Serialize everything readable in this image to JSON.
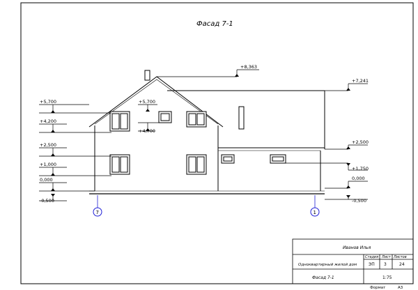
{
  "drawing": {
    "title": "Фасад 7-1",
    "axis_left": "7",
    "axis_right": "1",
    "accent_color": "#1f1fd6"
  },
  "levels_left": [
    "+5,700",
    "+4,200",
    "+2,500",
    "+1,000",
    "0,000",
    "-0,500"
  ],
  "levels_center": [
    "+8,363",
    "+5,700",
    "+4,700"
  ],
  "levels_right": [
    "+7,241",
    "+2,500",
    "+1,750",
    "0,000",
    "-0,500"
  ],
  "stamp": {
    "author": "Иванов Илья",
    "col_stage": "Стадия",
    "col_sheet": "Лист",
    "col_sheets": "Листов",
    "project": "Одноквартирный жилой дом",
    "stage": "ЭП",
    "sheet": "3",
    "sheets": "24",
    "sheet_title": "Фасад 7-1",
    "scale": "1:75",
    "format_label": "Формат",
    "format": "А3"
  }
}
